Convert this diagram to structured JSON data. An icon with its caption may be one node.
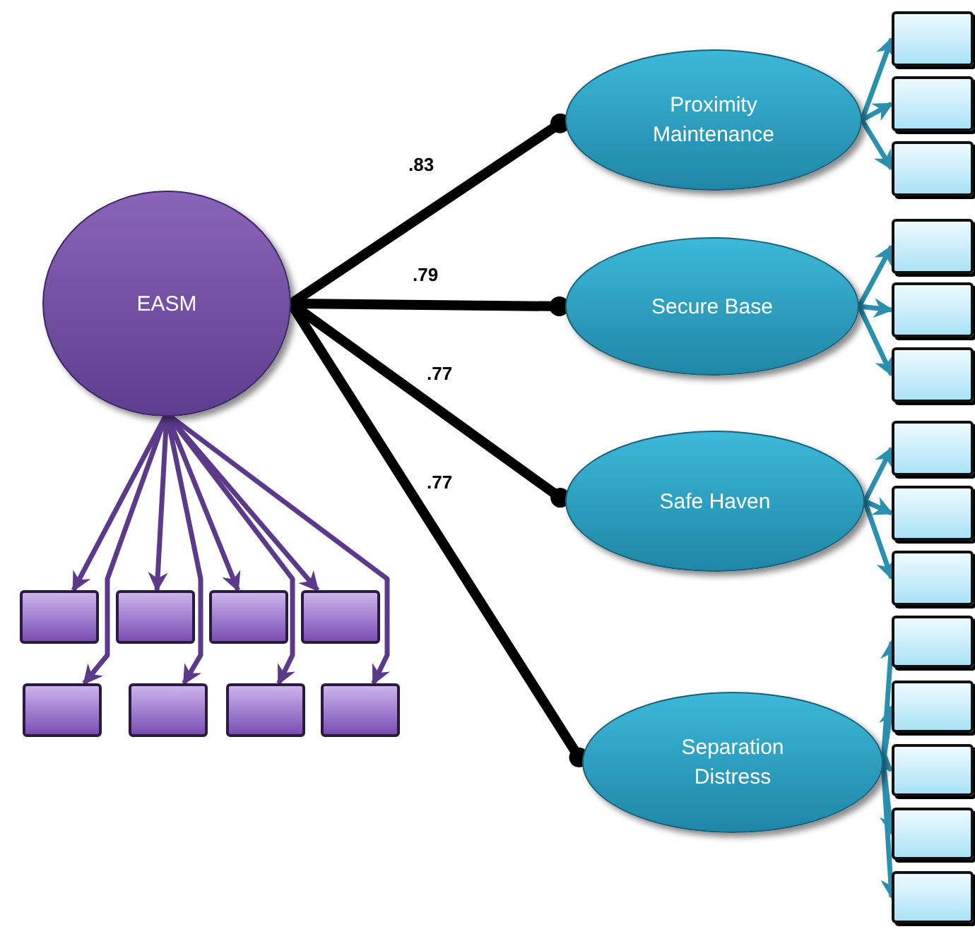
{
  "diagram": {
    "nodes": [
      {
        "text": [
          "EASM"
        ]
      },
      {
        "text": [
          "Proximity Maintenance"
        ]
      },
      {
        "text": [
          "Secure Base"
        ]
      },
      {
        "text": [
          "Safe Haven"
        ]
      },
      {
        "text": [
          "Separation Distress"
        ]
      },
      {
        "text": [],
        "shape": "box"
      },
      {
        "text": [],
        "shape": "box"
      },
      {
        "text": [],
        "shape": "box"
      },
      {
        "text": [],
        "shape": "box"
      },
      {
        "text": [],
        "shape": "box"
      },
      {
        "text": [],
        "shape": "box"
      },
      {
        "text": [],
        "shape": "box"
      },
      {
        "text": [],
        "shape": "box"
      },
      {
        "text": [],
        "shape": "box"
      },
      {
        "text": [],
        "shape": "box"
      },
      {
        "text": [],
        "shape": "box"
      },
      {
        "text": [],
        "shape": "box"
      },
      {
        "text": [],
        "shape": "box"
      },
      {
        "text": [],
        "shape": "box"
      },
      {
        "text": [],
        "shape": "box"
      },
      {
        "text": [],
        "shape": "box"
      },
      {
        "text": [],
        "shape": "box"
      },
      {
        "text": [],
        "shape": "box"
      },
      {
        "text": [],
        "shape": "box"
      },
      {
        "text": [],
        "shape": "box"
      },
      {
        "text": [],
        "shape": "box"
      },
      {
        "text": [],
        "shape": "box"
      }
    ],
    "edges": [
      {
        "from": 0,
        "to": 1,
        "arrow": "other",
        "label": ".83",
        "style": "thick",
        "color": "#000000"
      },
      {
        "from": 0,
        "to": 2,
        "arrow": "other",
        "label": ".79",
        "style": "thick",
        "color": "#000000"
      },
      {
        "from": 0,
        "to": 3,
        "arrow": "other",
        "label": ".77",
        "style": "thick",
        "color": "#000000"
      },
      {
        "from": 0,
        "to": 4,
        "arrow": "other",
        "label": ".77",
        "style": "thick",
        "color": "#000000"
      },
      {
        "from": 0,
        "to": 5,
        "arrow": "to",
        "color": "#5b3a8a"
      },
      {
        "from": 0,
        "to": 9,
        "arrow": "to",
        "color": "#5b3a8a"
      },
      {
        "from": 0,
        "to": 6,
        "arrow": "to",
        "color": "#5b3a8a"
      },
      {
        "from": 0,
        "to": 10,
        "arrow": "to",
        "color": "#5b3a8a"
      },
      {
        "from": 0,
        "to": 7,
        "arrow": "to",
        "color": "#5b3a8a"
      },
      {
        "from": 0,
        "to": 11,
        "arrow": "to",
        "color": "#5b3a8a"
      },
      {
        "from": 0,
        "to": 8,
        "arrow": "to",
        "color": "#5b3a8a"
      },
      {
        "from": 0,
        "to": 12,
        "arrow": "to",
        "color": "#5b3a8a"
      },
      {
        "from": 1,
        "to": 13,
        "arrow": "to",
        "color": "#2b8fae"
      },
      {
        "from": 1,
        "to": 14,
        "arrow": "to",
        "color": "#2b8fae"
      },
      {
        "from": 1,
        "to": 15,
        "arrow": "to",
        "color": "#2b8fae"
      },
      {
        "from": 2,
        "to": 16,
        "arrow": "to",
        "color": "#2b8fae"
      },
      {
        "from": 2,
        "to": 17,
        "arrow": "to",
        "color": "#2b8fae"
      },
      {
        "from": 2,
        "to": 18,
        "arrow": "to",
        "color": "#2b8fae"
      },
      {
        "from": 3,
        "to": 19,
        "arrow": "to",
        "color": "#2b8fae"
      },
      {
        "from": 3,
        "to": 20,
        "arrow": "to",
        "color": "#2b8fae"
      },
      {
        "from": 3,
        "to": 21,
        "arrow": "to",
        "color": "#2b8fae"
      },
      {
        "from": 4,
        "to": 22,
        "arrow": "to",
        "color": "#2b8fae"
      },
      {
        "from": 4,
        "to": 23,
        "arrow": "to",
        "color": "#2b8fae"
      },
      {
        "from": 4,
        "to": 24,
        "arrow": "to",
        "color": "#2b8fae"
      },
      {
        "from": 4,
        "to": 25,
        "arrow": "to",
        "color": "#2b8fae"
      },
      {
        "from": 4,
        "to": 26,
        "arrow": "to",
        "color": "#2b8fae"
      }
    ]
  }
}
